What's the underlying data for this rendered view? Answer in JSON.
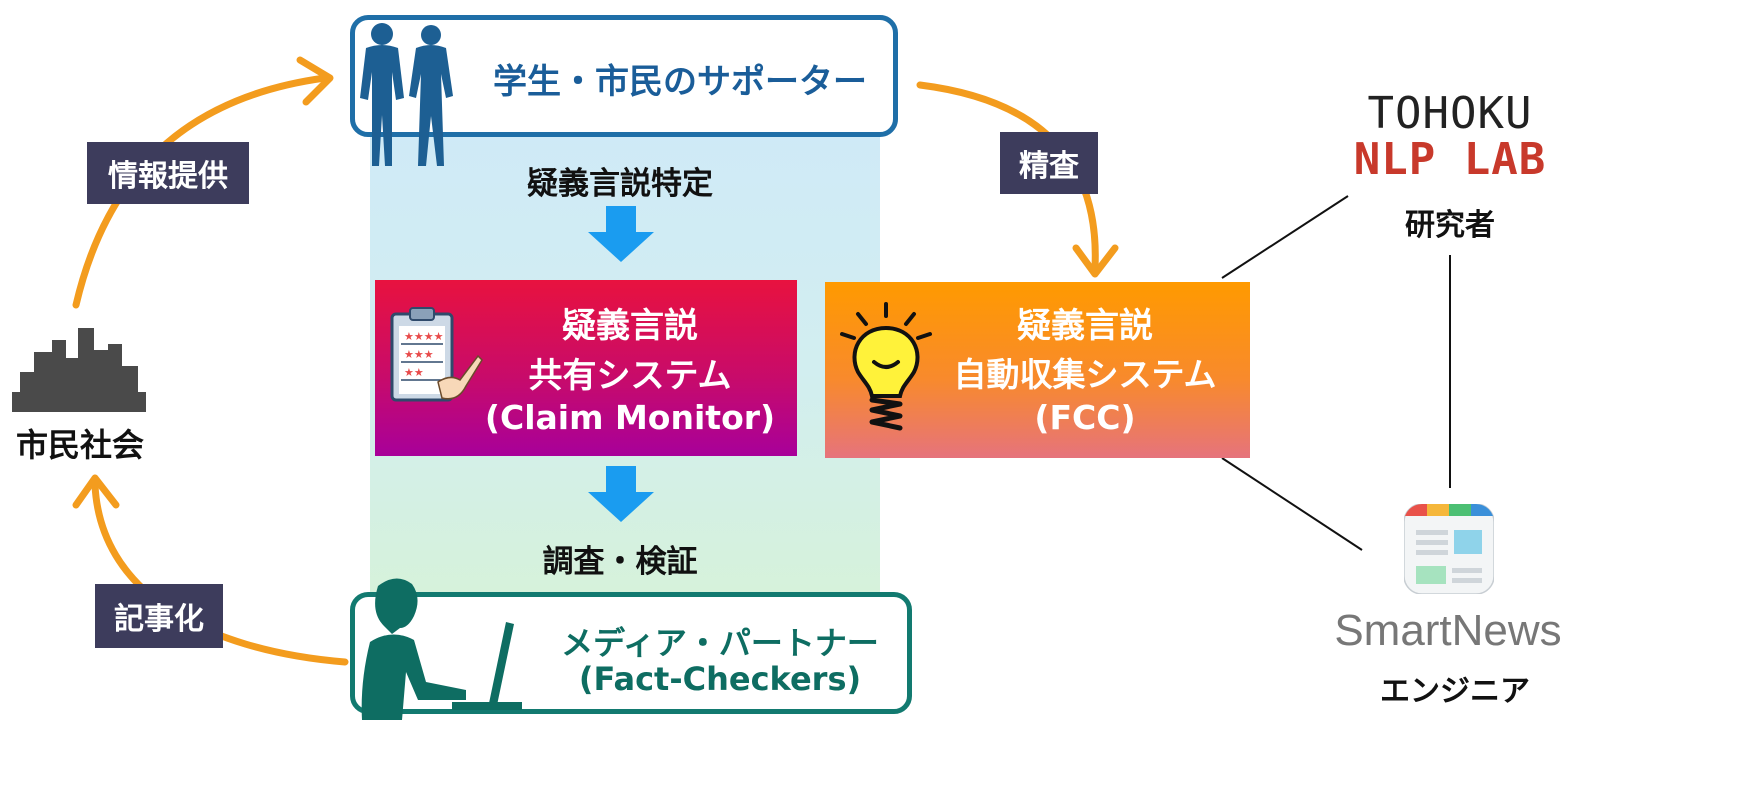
{
  "colors": {
    "arrow_orange": "#f39c1e",
    "supporter_border": "#1f6fa8",
    "supporter_text": "#1a5d99",
    "media_border": "#127a70",
    "media_text": "#0e6d62",
    "label_bg": "#3d3c5c",
    "down_arrow": "#1a9cf0",
    "claim_grad_top": "#e8123f",
    "claim_grad_bottom": "#a8009a",
    "fcc_grad_top": "#ff9a00",
    "fcc_grad_bottom": "#e6737c",
    "tohoku_red": "#c8392b",
    "smartnews_gray": "#777777"
  },
  "left_cycle": {
    "info_label": "情報提供",
    "article_label": "記事化",
    "civil_society_label": "市民社会"
  },
  "supporters": {
    "title": "学生・市民のサポーター"
  },
  "center": {
    "identify_label": "疑義言説特定",
    "investigate_label": "調査・検証"
  },
  "claim_monitor": {
    "line1": "疑義言説",
    "line2": "共有システム",
    "line3": "(Claim Monitor)"
  },
  "fcc": {
    "line1": "疑義言説",
    "line2": "自動収集システム",
    "line3": "(FCC)"
  },
  "review_label": "精査",
  "media": {
    "line1": "メディア・パートナー",
    "line2": "(Fact-Checkers)"
  },
  "tohoku": {
    "logo_line1": "TOHOKU",
    "logo_line2": "NLP LAB",
    "role": "研究者"
  },
  "smartnews": {
    "logo_text": "SmartNews",
    "role": "エンジニア"
  },
  "icons": {
    "supporters": "people-silhouette-icon",
    "city": "city-skyline-icon",
    "clipboard": "clipboard-rating-icon",
    "bulb": "lightbulb-icon",
    "worker": "laptop-worker-icon",
    "smartnews_app": "smartnews-app-icon"
  }
}
